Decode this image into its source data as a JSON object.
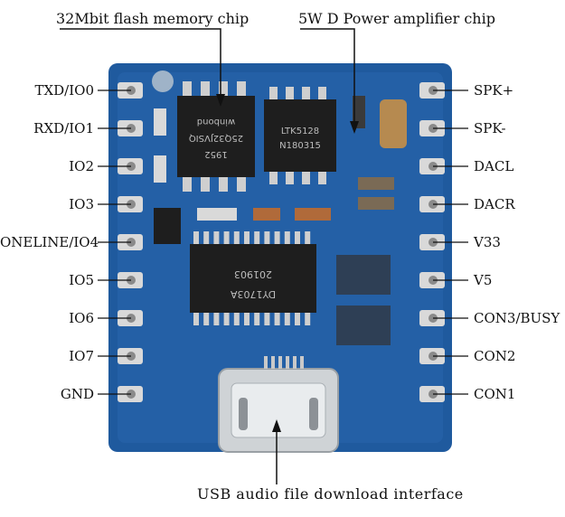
{
  "title_labels": {
    "flash": "32Mbit flash memory chip",
    "amp": "5W D Power amplifier chip",
    "usb": "USB audio file download interface"
  },
  "left_pins": [
    "TXD/IO0",
    "RXD/IO1",
    "IO2",
    "IO3",
    "ONELINE/IO4",
    "IO5",
    "IO6",
    "IO7",
    "GND"
  ],
  "right_pins": [
    "SPK+",
    "SPK-",
    "DACL",
    "DACR",
    "V33",
    "V5",
    "CON3/BUSY",
    "CON2",
    "CON1"
  ],
  "chips": {
    "flash_line1": "winbond",
    "flash_line2": "25Q32JVSIQ",
    "flash_line3": "1952",
    "amp_line1": "LTK5128",
    "amp_line2": "N180315",
    "main_line1": "DY1703A",
    "main_line2": "201903"
  },
  "colors": {
    "board": "#1f5a9e",
    "pad": "#d9d9d9",
    "chip": "#1e1e1e",
    "callout": "#111111"
  }
}
